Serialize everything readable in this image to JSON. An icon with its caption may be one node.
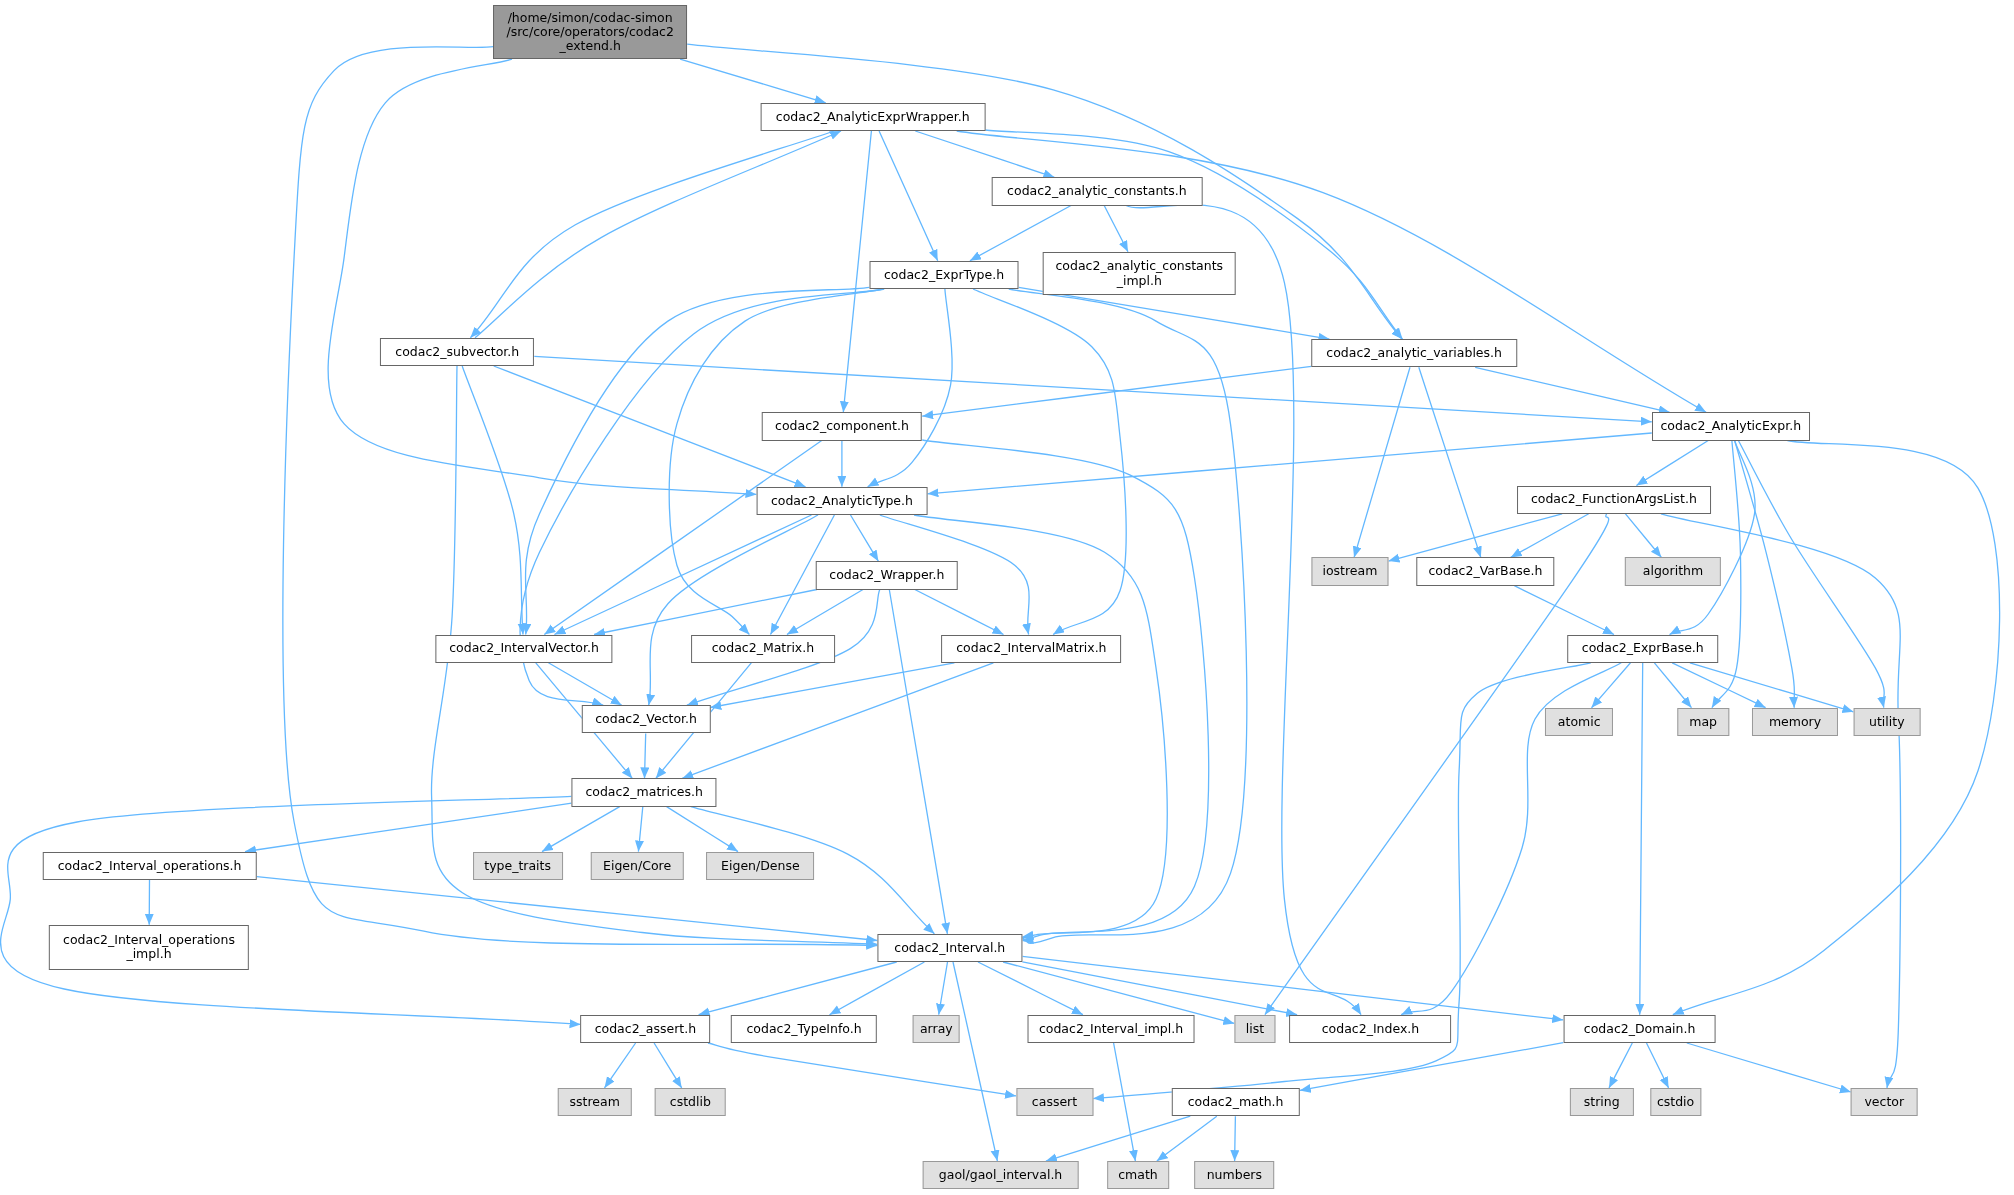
{
  "diagram": {
    "nodes": [
      {
        "text": [
          "/home/simon/codac-simon /src/core/operators/codac2 _extend.h"
        ]
      },
      {
        "text": [
          "codac2_AnalyticExprWrapper.h"
        ]
      },
      {
        "text": [
          "codac2_analytic_constants.h"
        ]
      },
      {
        "text": [
          "codac2_ExprType.h"
        ]
      },
      {
        "text": [
          "codac2_analytic_constants _impl.h"
        ]
      },
      {
        "text": [
          "codac2_subvector.h"
        ]
      },
      {
        "text": [
          "codac2_analytic_variables.h"
        ]
      },
      {
        "text": [
          "codac2_component.h"
        ]
      },
      {
        "text": [
          "codac2_AnalyticExpr.h"
        ]
      },
      {
        "text": [
          "codac2_AnalyticType.h"
        ]
      },
      {
        "text": [
          "codac2_FunctionArgsList.h"
        ]
      },
      {
        "text": [
          "codac2_Wrapper.h"
        ]
      },
      {
        "text": [
          "iostream"
        ]
      },
      {
        "text": [
          "codac2_VarBase.h"
        ]
      },
      {
        "text": [
          "algorithm"
        ]
      },
      {
        "text": [
          "codac2_IntervalVector.h"
        ]
      },
      {
        "text": [
          "codac2_Matrix.h"
        ]
      },
      {
        "text": [
          "codac2_IntervalMatrix.h"
        ]
      },
      {
        "text": [
          "codac2_ExprBase.h"
        ]
      },
      {
        "text": [
          "codac2_Vector.h"
        ]
      },
      {
        "text": [
          "atomic"
        ]
      },
      {
        "text": [
          "map"
        ]
      },
      {
        "text": [
          "memory"
        ]
      },
      {
        "text": [
          "utility"
        ]
      },
      {
        "text": [
          "codac2_matrices.h"
        ]
      },
      {
        "text": [
          "codac2_Interval_operations.h"
        ]
      },
      {
        "text": [
          "type_traits"
        ]
      },
      {
        "text": [
          "Eigen/Core"
        ]
      },
      {
        "text": [
          "Eigen/Dense"
        ]
      },
      {
        "text": [
          "codac2_Interval_operations _impl.h"
        ]
      },
      {
        "text": [
          "codac2_Interval.h"
        ]
      },
      {
        "text": [
          "codac2_assert.h"
        ]
      },
      {
        "text": [
          "codac2_TypeInfo.h"
        ]
      },
      {
        "text": [
          "array"
        ]
      },
      {
        "text": [
          "codac2_Interval_impl.h"
        ]
      },
      {
        "text": [
          "list"
        ]
      },
      {
        "text": [
          "codac2_Index.h"
        ]
      },
      {
        "text": [
          "codac2_Domain.h"
        ]
      },
      {
        "text": [
          "sstream"
        ]
      },
      {
        "text": [
          "cstdlib"
        ]
      },
      {
        "text": [
          "cassert"
        ]
      },
      {
        "text": [
          "codac2_math.h"
        ]
      },
      {
        "text": [
          "string"
        ]
      },
      {
        "text": [
          "cstdio"
        ]
      },
      {
        "text": [
          "vector"
        ]
      },
      {
        "text": [
          "gaol/gaol_interval.h"
        ]
      },
      {
        "text": [
          "cmath"
        ]
      },
      {
        "text": [
          "numbers"
        ]
      }
    ],
    "edges": [
      {
        "from": 0,
        "to": 1,
        "arrow": "to"
      },
      {
        "from": 0,
        "to": 30,
        "arrow": "to"
      },
      {
        "from": 0,
        "to": 9,
        "arrow": "to"
      },
      {
        "from": 0,
        "to": 6,
        "arrow": "to"
      },
      {
        "from": 1,
        "to": 5,
        "arrow": "to"
      },
      {
        "from": 5,
        "to": 1,
        "arrow": "to"
      },
      {
        "from": 1,
        "to": 2,
        "arrow": "to"
      },
      {
        "from": 1,
        "to": 3,
        "arrow": "to"
      },
      {
        "from": 1,
        "to": 7,
        "arrow": "to"
      },
      {
        "from": 1,
        "to": 6,
        "arrow": "to"
      },
      {
        "from": 1,
        "to": 8,
        "arrow": "to"
      },
      {
        "from": 2,
        "to": 3,
        "arrow": "to"
      },
      {
        "from": 2,
        "to": 4,
        "arrow": "to"
      },
      {
        "from": 2,
        "to": 36,
        "arrow": "to"
      },
      {
        "from": 3,
        "to": 6,
        "arrow": "to"
      },
      {
        "from": 3,
        "to": 9,
        "arrow": "to"
      },
      {
        "from": 3,
        "to": 15,
        "arrow": "to"
      },
      {
        "from": 3,
        "to": 19,
        "arrow": "to"
      },
      {
        "from": 3,
        "to": 16,
        "arrow": "to"
      },
      {
        "from": 3,
        "to": 17,
        "arrow": "to"
      },
      {
        "from": 3,
        "to": 30,
        "arrow": "to"
      },
      {
        "from": 5,
        "to": 8,
        "arrow": "to"
      },
      {
        "from": 5,
        "to": 9,
        "arrow": "to"
      },
      {
        "from": 5,
        "to": 15,
        "arrow": "to"
      },
      {
        "from": 5,
        "to": 30,
        "arrow": "to"
      },
      {
        "from": 6,
        "to": 7,
        "arrow": "to"
      },
      {
        "from": 6,
        "to": 8,
        "arrow": "to"
      },
      {
        "from": 6,
        "to": 12,
        "arrow": "to"
      },
      {
        "from": 6,
        "to": 13,
        "arrow": "to"
      },
      {
        "from": 7,
        "to": 9,
        "arrow": "to"
      },
      {
        "from": 7,
        "to": 15,
        "arrow": "to"
      },
      {
        "from": 7,
        "to": 30,
        "arrow": "to"
      },
      {
        "from": 8,
        "to": 9,
        "arrow": "to"
      },
      {
        "from": 8,
        "to": 10,
        "arrow": "to"
      },
      {
        "from": 8,
        "to": 18,
        "arrow": "to"
      },
      {
        "from": 8,
        "to": 21,
        "arrow": "to"
      },
      {
        "from": 8,
        "to": 22,
        "arrow": "to"
      },
      {
        "from": 8,
        "to": 23,
        "arrow": "to"
      },
      {
        "from": 8,
        "to": 37,
        "arrow": "to"
      },
      {
        "from": 9,
        "to": 11,
        "arrow": "to"
      },
      {
        "from": 9,
        "to": 15,
        "arrow": "to"
      },
      {
        "from": 9,
        "to": 16,
        "arrow": "to"
      },
      {
        "from": 9,
        "to": 17,
        "arrow": "to"
      },
      {
        "from": 9,
        "to": 19,
        "arrow": "to"
      },
      {
        "from": 9,
        "to": 30,
        "arrow": "to"
      },
      {
        "from": 10,
        "to": 12,
        "arrow": "to"
      },
      {
        "from": 10,
        "to": 13,
        "arrow": "to"
      },
      {
        "from": 10,
        "to": 14,
        "arrow": "to"
      },
      {
        "from": 10,
        "to": 35,
        "arrow": "to"
      },
      {
        "from": 10,
        "to": 44,
        "arrow": "to"
      },
      {
        "from": 11,
        "to": 15,
        "arrow": "to"
      },
      {
        "from": 11,
        "to": 16,
        "arrow": "to"
      },
      {
        "from": 11,
        "to": 17,
        "arrow": "to"
      },
      {
        "from": 11,
        "to": 19,
        "arrow": "to"
      },
      {
        "from": 11,
        "to": 30,
        "arrow": "to"
      },
      {
        "from": 13,
        "to": 18,
        "arrow": "to"
      },
      {
        "from": 15,
        "to": 19,
        "arrow": "to"
      },
      {
        "from": 15,
        "to": 24,
        "arrow": "to"
      },
      {
        "from": 16,
        "to": 24,
        "arrow": "to"
      },
      {
        "from": 17,
        "to": 19,
        "arrow": "to"
      },
      {
        "from": 17,
        "to": 24,
        "arrow": "to"
      },
      {
        "from": 18,
        "to": 20,
        "arrow": "to"
      },
      {
        "from": 18,
        "to": 21,
        "arrow": "to"
      },
      {
        "from": 18,
        "to": 22,
        "arrow": "to"
      },
      {
        "from": 18,
        "to": 23,
        "arrow": "to"
      },
      {
        "from": 18,
        "to": 37,
        "arrow": "to"
      },
      {
        "from": 18,
        "to": 36,
        "arrow": "to"
      },
      {
        "from": 18,
        "to": 40,
        "arrow": "to"
      },
      {
        "from": 19,
        "to": 24,
        "arrow": "to"
      },
      {
        "from": 24,
        "to": 25,
        "arrow": "to"
      },
      {
        "from": 24,
        "to": 26,
        "arrow": "to"
      },
      {
        "from": 24,
        "to": 27,
        "arrow": "to"
      },
      {
        "from": 24,
        "to": 28,
        "arrow": "to"
      },
      {
        "from": 24,
        "to": 30,
        "arrow": "to"
      },
      {
        "from": 24,
        "to": 31,
        "arrow": "to"
      },
      {
        "from": 25,
        "to": 29,
        "arrow": "to"
      },
      {
        "from": 25,
        "to": 30,
        "arrow": "to"
      },
      {
        "from": 30,
        "to": 31,
        "arrow": "to"
      },
      {
        "from": 30,
        "to": 32,
        "arrow": "to"
      },
      {
        "from": 30,
        "to": 33,
        "arrow": "to"
      },
      {
        "from": 30,
        "to": 34,
        "arrow": "to"
      },
      {
        "from": 30,
        "to": 35,
        "arrow": "to"
      },
      {
        "from": 30,
        "to": 36,
        "arrow": "to"
      },
      {
        "from": 30,
        "to": 37,
        "arrow": "to"
      },
      {
        "from": 30,
        "to": 45,
        "arrow": "to"
      },
      {
        "from": 31,
        "to": 38,
        "arrow": "to"
      },
      {
        "from": 31,
        "to": 39,
        "arrow": "to"
      },
      {
        "from": 31,
        "to": 40,
        "arrow": "to"
      },
      {
        "from": 34,
        "to": 46,
        "arrow": "to"
      },
      {
        "from": 37,
        "to": 41,
        "arrow": "to"
      },
      {
        "from": 37,
        "to": 42,
        "arrow": "to"
      },
      {
        "from": 37,
        "to": 43,
        "arrow": "to"
      },
      {
        "from": 37,
        "to": 44,
        "arrow": "to"
      },
      {
        "from": 41,
        "to": 45,
        "arrow": "to"
      },
      {
        "from": 41,
        "to": 46,
        "arrow": "to"
      },
      {
        "from": 41,
        "to": 47,
        "arrow": "to"
      }
    ]
  }
}
